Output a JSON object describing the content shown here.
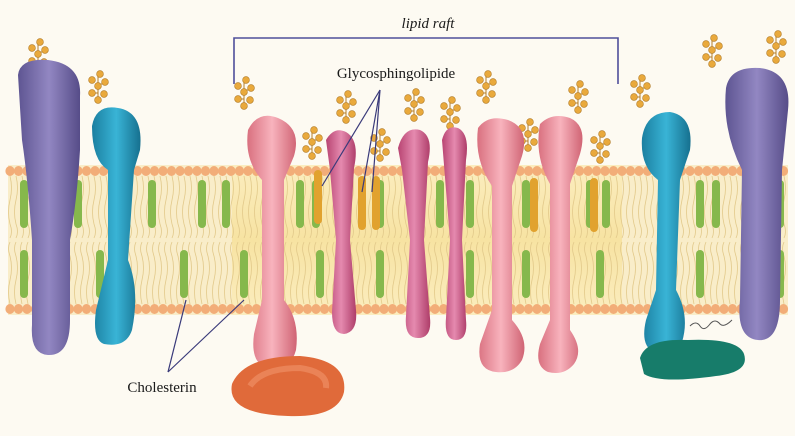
{
  "labels": {
    "raft": "lipid raft",
    "glyco": "Glycosphingolipide",
    "chol": "Cholesterin"
  },
  "colors": {
    "background": "#fdfaf2",
    "membrane": "#f6e4a8",
    "head_group": "#f2ad78",
    "cholesterol": "#86b84c",
    "glycan": "#e9a93c",
    "bracket": "#4f4f9a",
    "purple_protein": "#7f75b0",
    "cyan_protein": "#2aa0c3",
    "pink_protein": "#ec8f9f",
    "magenta_protein": "#d3628d",
    "orange_blob": "#e06a3a",
    "teal_blob": "#177c6a"
  }
}
